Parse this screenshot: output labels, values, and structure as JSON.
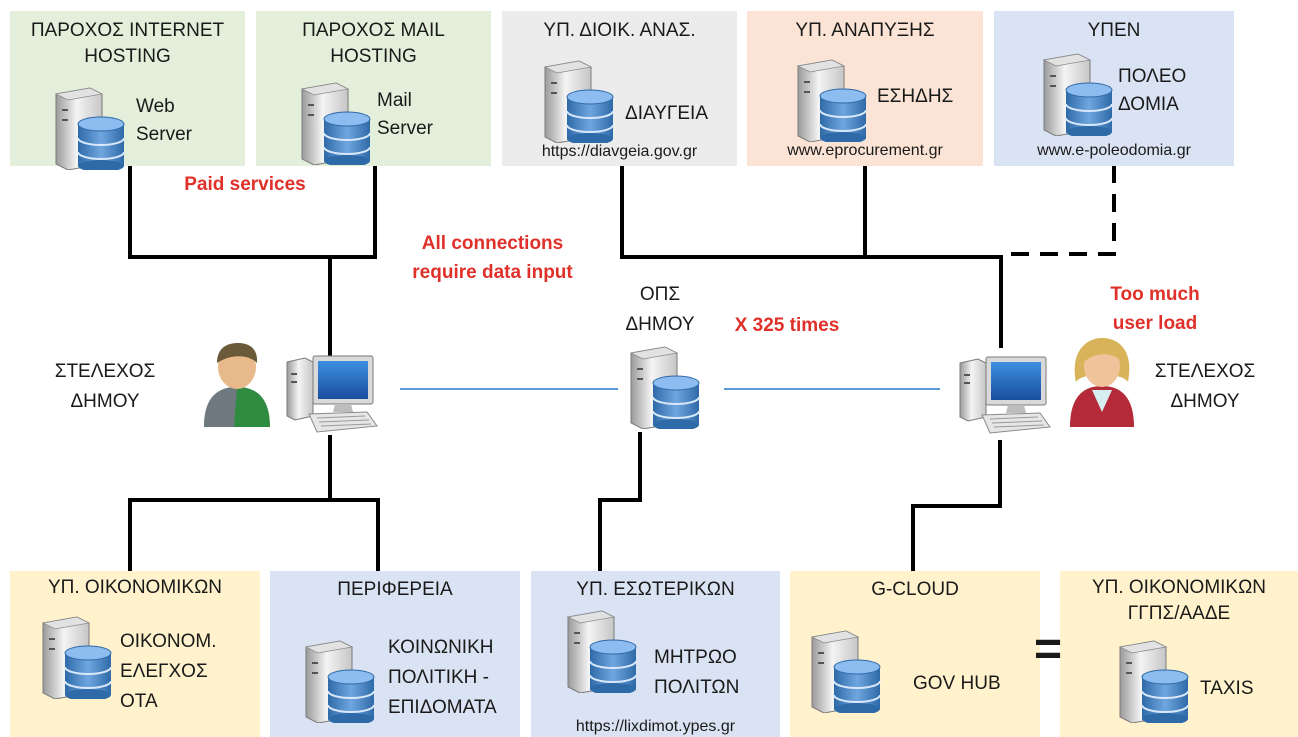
{
  "colors": {
    "green": "#e3efda",
    "gray": "#ececec",
    "peach": "#fbe4d5",
    "blue": "#dae3f3",
    "yellow": "#fff2cc",
    "red_text": "#e0302a",
    "line": "#000000",
    "link": "#5b9bd5"
  },
  "top": [
    {
      "title": "ΠΑΡΟΧΟΣ INTERNET\nHOSTING",
      "label": "Web\nServer",
      "url": ""
    },
    {
      "title": "ΠΑΡΟΧΟΣ MAIL\nHOSTING",
      "label": "Mail\nServer",
      "url": ""
    },
    {
      "title": "ΥΠ. ΔΙΟΙΚ. ΑΝΑΣ.",
      "label": "ΔΙΑΥΓΕΙΑ",
      "url": "https://diavgeia.gov.gr"
    },
    {
      "title": "ΥΠ. ΑΝΑΠΥΞΗΣ",
      "label": "ΕΣΗΔΗΣ",
      "url": "www.eprocurement.gr"
    },
    {
      "title": "ΥΠΕΝ",
      "label": "ΠΟΛΕΟ\nΔΟΜΙΑ",
      "url": "www.e-poleodomia.gr"
    }
  ],
  "bottom": [
    {
      "title": "ΥΠ. ΟΙΚΟΝΟΜΙΚΩΝ",
      "label": "ΟΙΚΟΝΟΜ.\nΕΛΕΓΧΟΣ\nΟΤΑ",
      "url": ""
    },
    {
      "title": "ΠΕΡΙΦΕΡΕΙΑ",
      "label": "ΚΟΙΝΩΝΙΚΗ\nΠΟΛΙΤΙΚΗ -\nΕΠΙΔΟΜΑΤΑ",
      "url": ""
    },
    {
      "title": "ΥΠ. ΕΣΩΤΕΡΙΚΩΝ",
      "label": "ΜΗΤΡΩΟ\nΠΟΛΙΤΩΝ",
      "url": "https://lixdimot.ypes.gr"
    },
    {
      "title": "G-CLOUD",
      "label": "GOV HUB",
      "url": ""
    },
    {
      "title": "ΥΠ. ΟΙΚΟΝΟΜΙΚΩΝ\nΓΓΠΣ/ΑΑΔΕ",
      "label": "TAXIS",
      "url": ""
    }
  ],
  "center": {
    "left_staff": "ΣΤΕΛΕΧΟΣ\nΔΗΜΟΥ",
    "right_staff": "ΣΤΕΛΕΧΟΣ\nΔΗΜΟΥ",
    "ops": "ΟΠΣ\nΔΗΜΟΥ",
    "equals": "="
  },
  "notes": {
    "paid": "Paid services",
    "connections": "All connections\nrequire data input",
    "times": "X 325 times",
    "load": "Too much\nuser load"
  }
}
